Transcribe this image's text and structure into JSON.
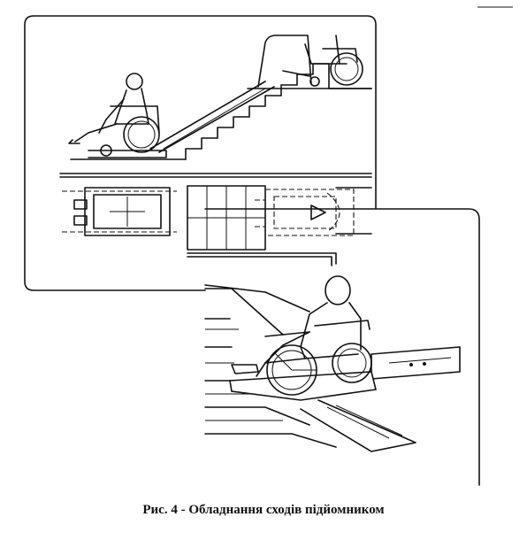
{
  "caption": "Рис. 4 - Обладнання сходів підйомником",
  "illustrations": [
    {
      "name": "side-view-stair-lift",
      "icon": "wheelchair-platform-lift-side-view"
    },
    {
      "name": "plan-view-stair-lift",
      "icon": "stair-lift-plan-view"
    },
    {
      "name": "perspective-stair-lift",
      "icon": "wheelchair-user-on-platform-lift"
    }
  ]
}
